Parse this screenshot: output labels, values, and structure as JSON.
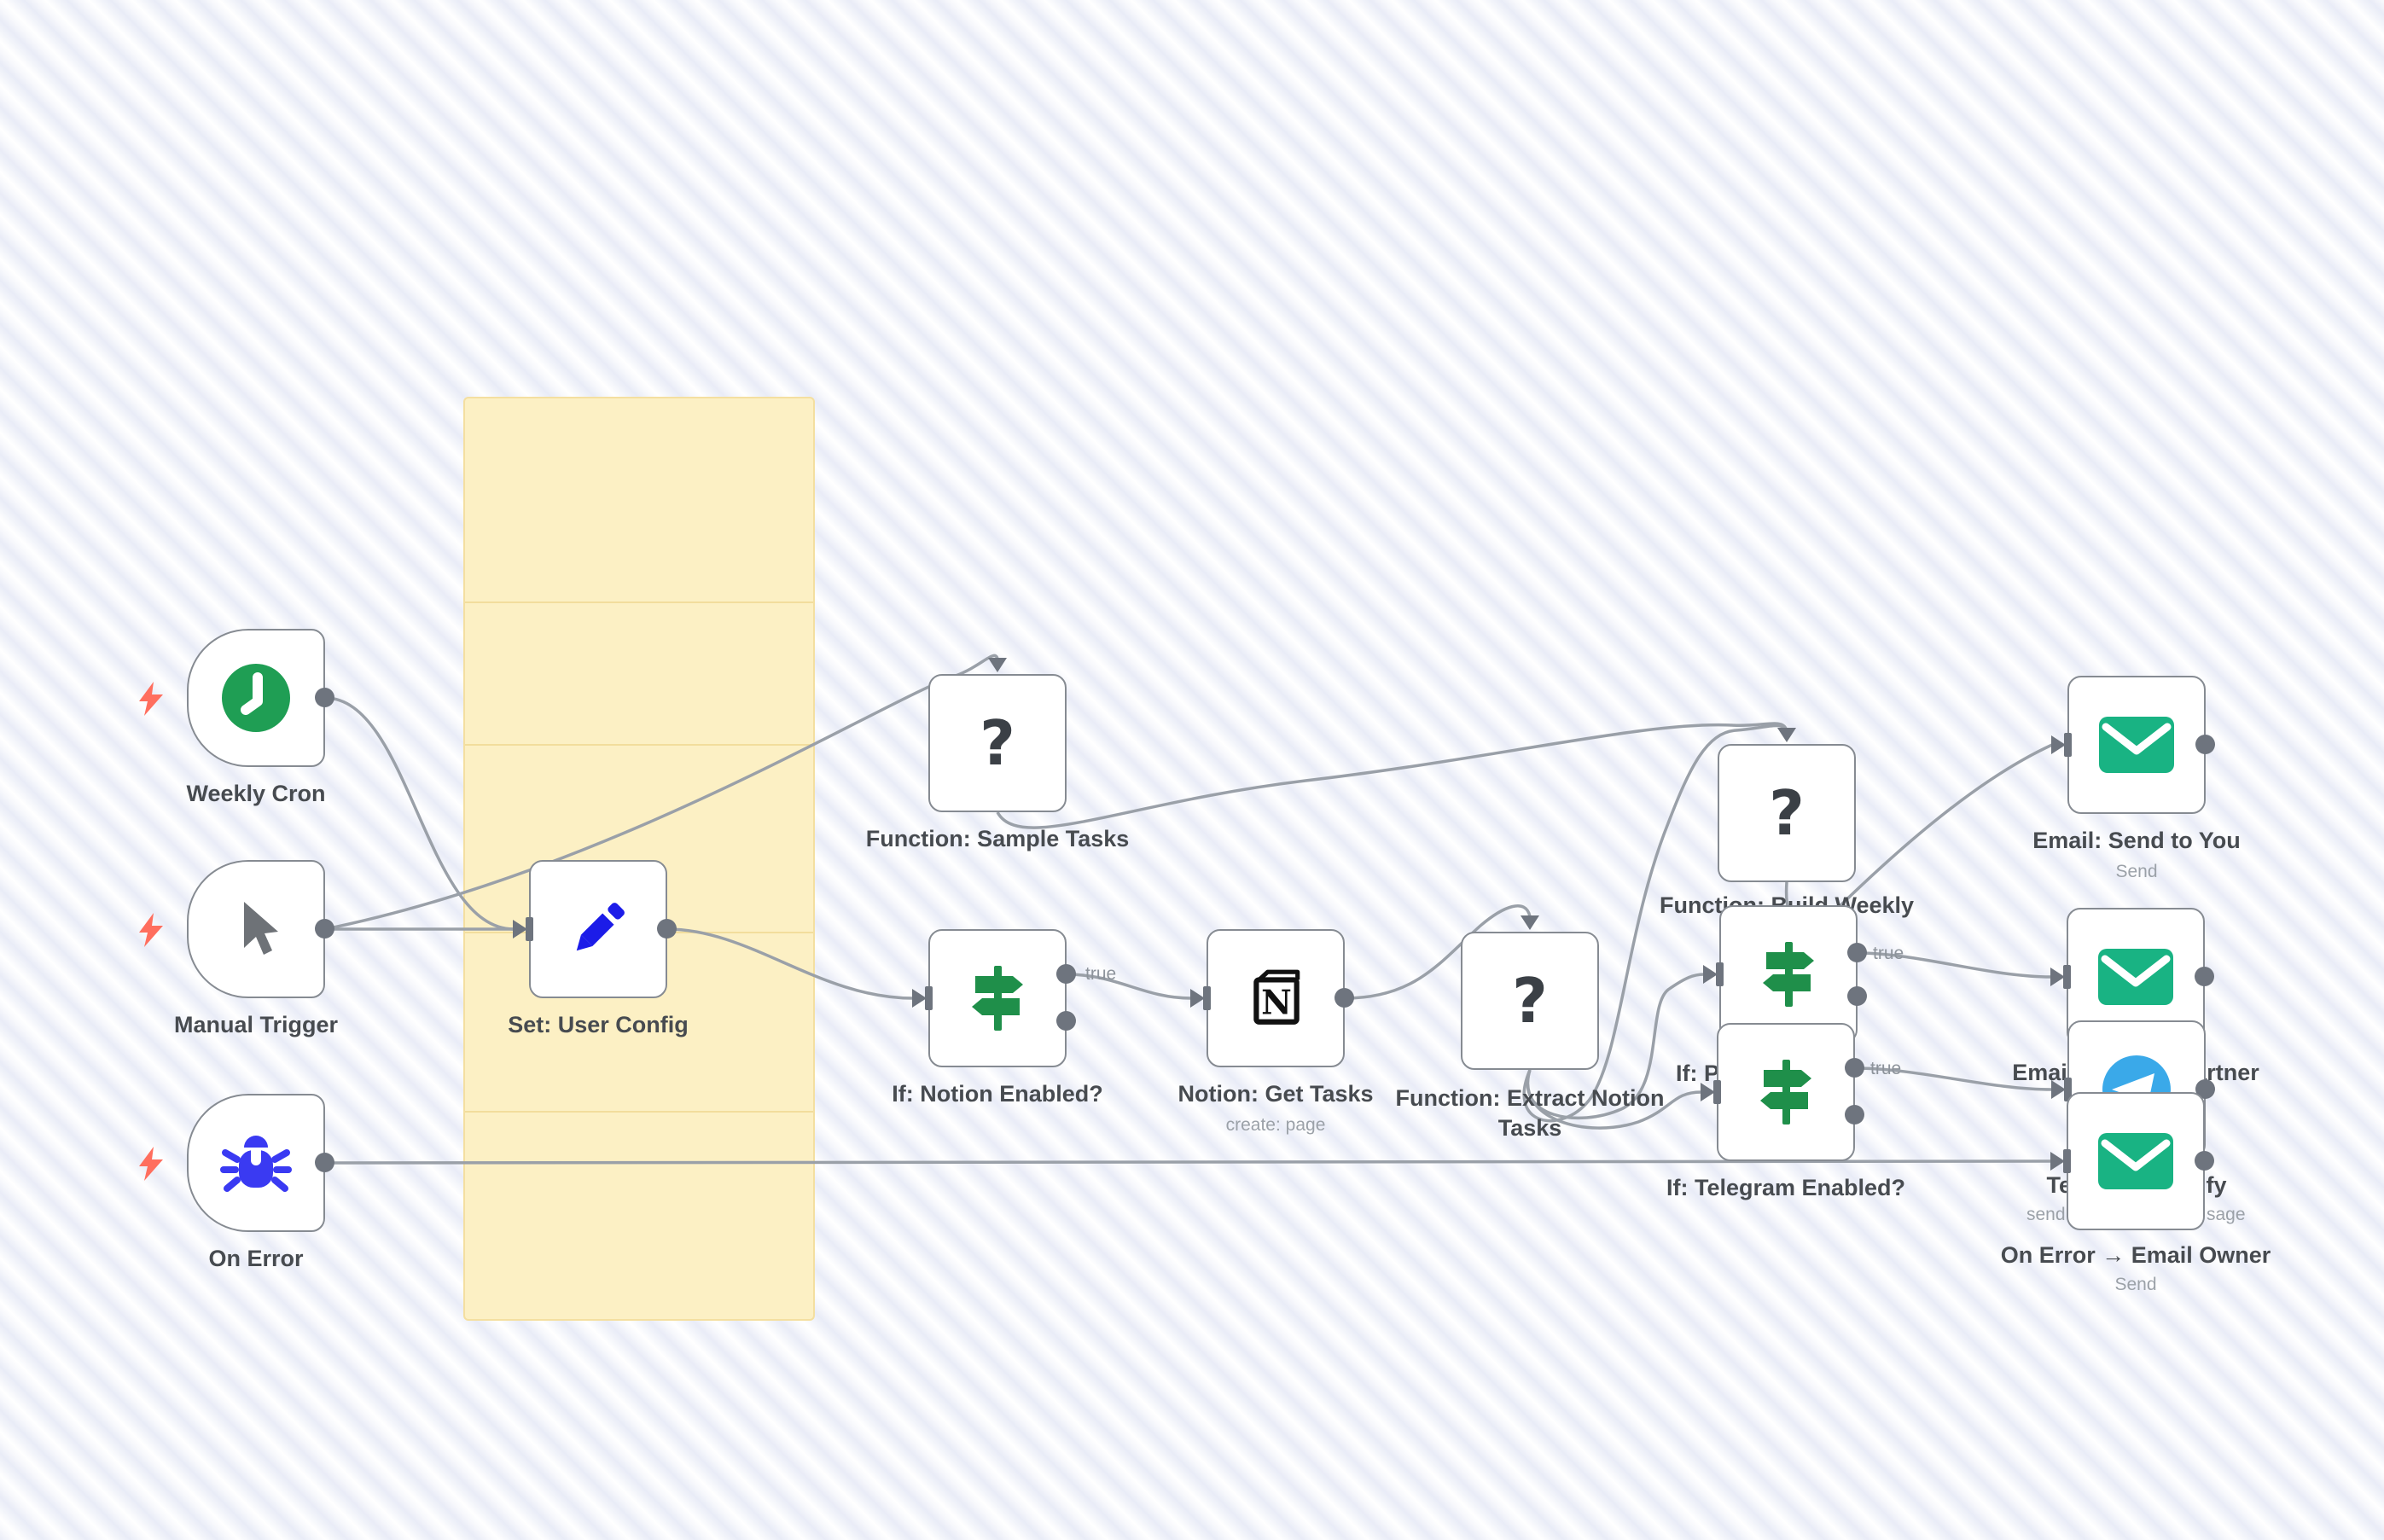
{
  "canvas": {
    "background_stripe_color": "#e9ecf7"
  },
  "sticky_note": {
    "color": "#fcf0c4",
    "border_color": "#f4dfa0"
  },
  "edges": {
    "true_label": "true"
  },
  "colors": {
    "connector": "#9aa0a8",
    "endpoint": "#6e747e",
    "trigger_bolt": "#ff6e5e",
    "clock_green": "#1f9e54",
    "bug_blue": "#3a3af2",
    "pencil_blue": "#1c1ce8",
    "signpost_green": "#1f8f4a",
    "envelope_green": "#19b383",
    "telegram_blue": "#3aa9e9"
  },
  "nodes": [
    {
      "id": "weekly-cron",
      "label": "Weekly Cron",
      "icon": "clock-icon"
    },
    {
      "id": "manual-trigger",
      "label": "Manual Trigger",
      "icon": "cursor-icon"
    },
    {
      "id": "on-error",
      "label": "On Error",
      "icon": "bug-icon"
    },
    {
      "id": "set-user-config",
      "label": "Set: User Config",
      "icon": "pencil-icon"
    },
    {
      "id": "function-sample-tasks",
      "label": "Function: Sample Tasks",
      "icon": "question-mark-icon"
    },
    {
      "id": "if-notion-enabled",
      "label": "If: Notion Enabled?",
      "icon": "signpost-icon"
    },
    {
      "id": "notion-get-tasks",
      "label": "Notion: Get Tasks",
      "sublabel": "create: page",
      "icon": "notion-icon"
    },
    {
      "id": "function-extract-notion-tasks",
      "label": "Function: Extract Notion Tasks",
      "icon": "question-mark-icon"
    },
    {
      "id": "function-build-weekly",
      "label": "Function: Build Weekly",
      "icon": "question-mark-icon"
    },
    {
      "id": "if-partially-hidden",
      "label": "If: P",
      "icon": "signpost-icon"
    },
    {
      "id": "if-telegram-enabled",
      "label": "If: Telegram Enabled?",
      "icon": "signpost-icon"
    },
    {
      "id": "email-send-to-you",
      "label": "Email: Send to You",
      "sublabel": "Send",
      "icon": "envelope-icon"
    },
    {
      "id": "email-send-to-partner",
      "label": "Email: Send to Partner",
      "icon": "envelope-icon"
    },
    {
      "id": "telegram-notify",
      "label": "Telegram: Notify",
      "sublabel_fragments": [
        "send",
        "sage"
      ],
      "icon": "telegram-icon"
    },
    {
      "id": "on-error-email-owner",
      "label": "On Error → Email Owner",
      "sublabel": "Send",
      "icon": "envelope-icon"
    }
  ]
}
